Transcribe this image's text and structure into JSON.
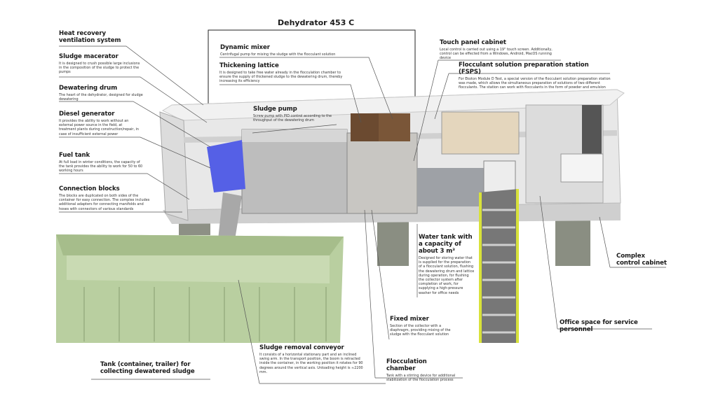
{
  "title": "Dehydrator 453 C",
  "labels": {
    "heat_recovery": {
      "title": "Heat recovery ventilation system"
    },
    "sludge_macerator": {
      "title": "Sludge macerator",
      "text": "It is designed to crush possible large inclusions in the composition of the sludge to protect the pumps"
    },
    "dewatering_drum": {
      "title": "Dewatering drum",
      "text": "The heart of the dehydrator, designed for sludge dewatering"
    },
    "diesel_generator": {
      "title": "Diesel generator",
      "text": "It provides the ability to work without an external power source in the field, at treatment plants during construction/repair, in case of insufficient external power"
    },
    "fuel_tank": {
      "title": "Fuel tank",
      "text": "At full load in winter conditions, the capacity of the tank provides the ability to work for 50 to 60 working hours"
    },
    "connection_blocks": {
      "title": "Connection blocks",
      "text": "The blocks are duplicated on both sides of the container for easy connection. The complex includes additional adapters for connecting manifolds and hoses with connectors of various standards"
    },
    "dynamic_mixer": {
      "title": "Dynamic mixer",
      "text": "Centrifugal pump for mixing the sludge with the flocculant solution"
    },
    "thickening_lattice": {
      "title": "Thickening lattice",
      "text": "It is designed to take free water already in the flocculation chamber to ensure the supply of thickened sludge to the dewatering drum, thereby increasing its efficiency"
    },
    "sludge_pump": {
      "title": "Sludge pump",
      "text": "Screw pump with PID control according to the throughput of the dewatering drum"
    },
    "touch_panel": {
      "title": "Touch panel cabinet",
      "text": "Local control is carried out using a 19\" touch screen. Additionally, control can be effected from a Windows, Android, MacOS running device"
    },
    "fsps": {
      "title": "Flocculant solution preparation station (FSPS)",
      "text": "For Ekoton Module D Test, a special version of the flocculant solution preparation station was made, which allows the simultaneous preparation of solutions of two different flocculants. The station can work with flocculants in the form of powder and emulsion"
    },
    "water_tank": {
      "title": "Water tank with a capacity of about 3 m³",
      "text": "Designed for storing water that is supplied for the preparation of a flocculant solution, flushing the dewatering drum and lattice during operation, for flushing the collector system after completion of work, for supplying a high-pressure washer for office needs"
    },
    "fixed_mixer": {
      "title": "Fixed mixer",
      "text": "Section of the collector with a diaphragm, providing mixing of the sludge with the flocculant solution"
    },
    "flocculation_chamber": {
      "title": "Flocculation chamber",
      "text": "Tank with a stirring device for additional stabilization of the flocculation process"
    },
    "sludge_conveyor": {
      "title": "Sludge removal conveyor",
      "text": "It consists of a horizontal stationary part and an inclined swing arm. In the transport position, the boom is retracted inside the container, in the working position it rotates for 90 degrees around the vertical axis. Unloading height is ≈2200 mm."
    },
    "tank_trailer": {
      "title": "Tank (container, trailer) for collecting dewatered sludge"
    },
    "complex_control": {
      "title": "Complex control cabinet"
    },
    "office_space": {
      "title": "Office space for service personnel"
    }
  },
  "colors": {
    "tank_green": "#b9cfa0",
    "container": "#e4e4e4",
    "pump_blue": "#4a56e0",
    "stairs_yellow": "#d8e23a",
    "brown": "#6b4a30"
  }
}
